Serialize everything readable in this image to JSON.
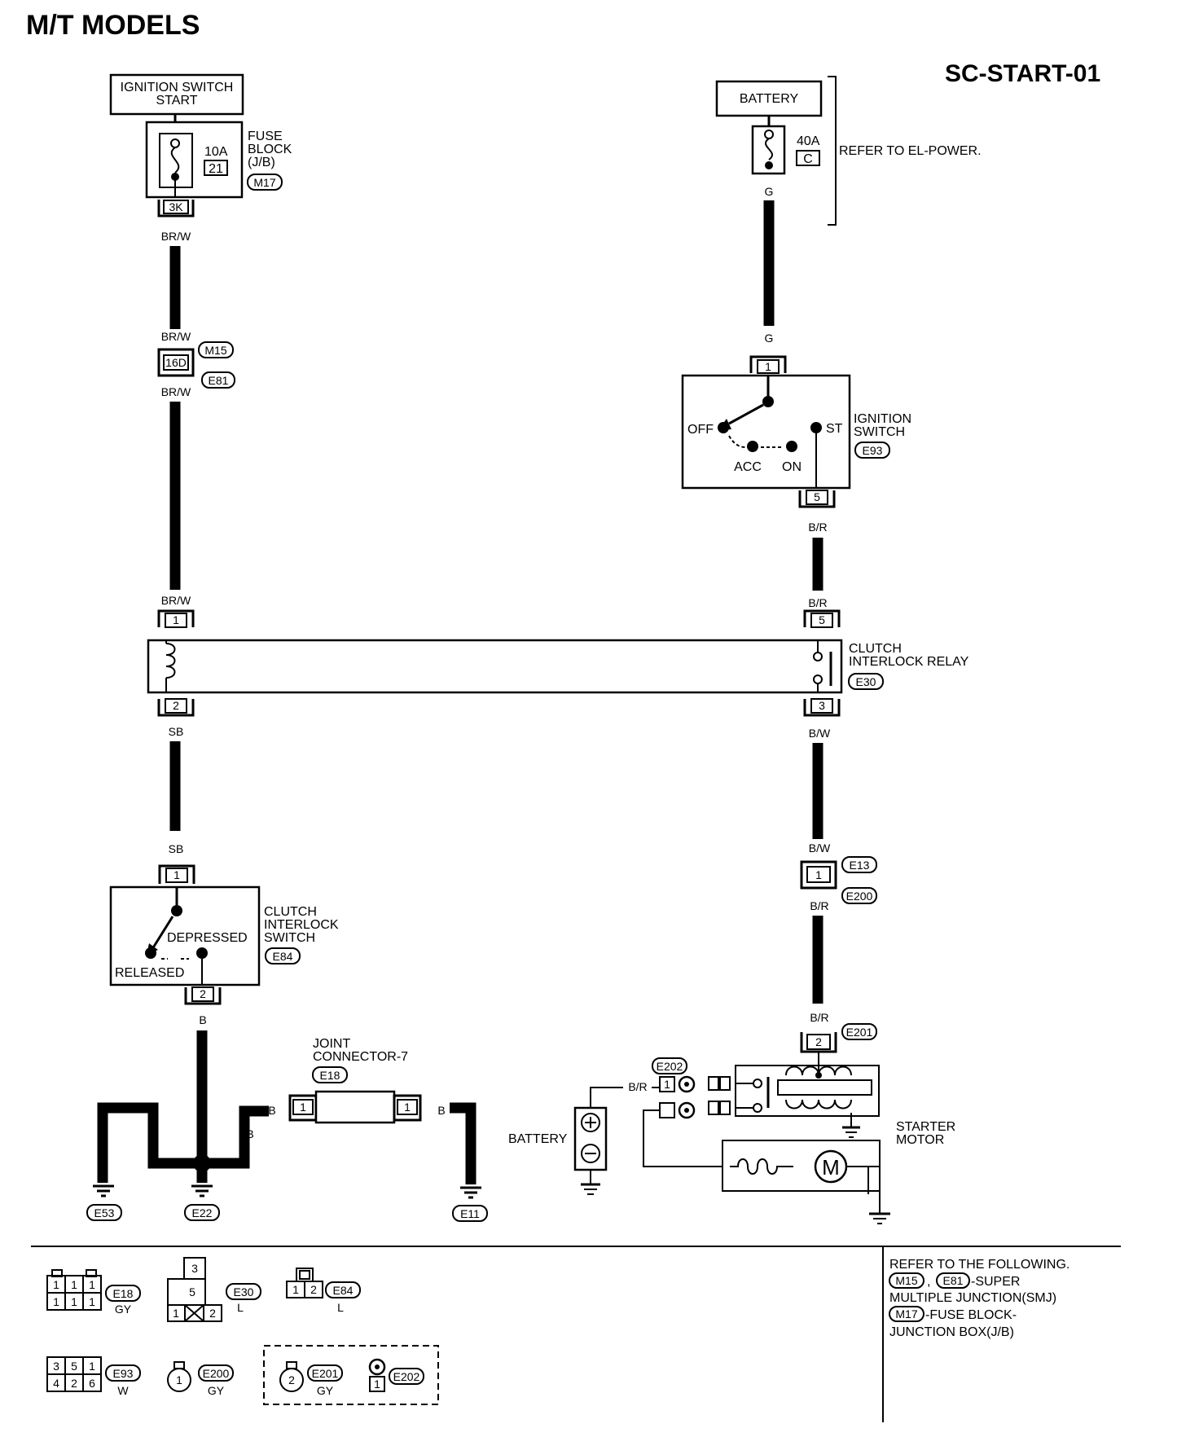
{
  "page_header": "M/T MODELS",
  "diagram_id": "SC-START-01",
  "components": {
    "ignition_switch_start": {
      "line1": "IGNITION SWITCH",
      "line2": "START"
    },
    "fuse_block": {
      "rating": "10A",
      "number": "21",
      "label1": "FUSE",
      "label2": "BLOCK",
      "label3": "(J/B)",
      "connector": "M17",
      "pin": "3K"
    },
    "battery_top": {
      "label": "BATTERY",
      "rating": "40A",
      "letter": "C",
      "note": "REFER TO EL-POWER."
    },
    "smj": {
      "pin": "16D",
      "conn_upper": "M15",
      "conn_lower": "E81"
    },
    "ignition_switch": {
      "label1": "IGNITION",
      "label2": "SWITCH",
      "connector": "E93",
      "off": "OFF",
      "acc": "ACC",
      "on": "ON",
      "st": "ST",
      "pin_in": "1",
      "pin_out": "5"
    },
    "clutch_interlock_relay": {
      "label1": "CLUTCH",
      "label2": "INTERLOCK RELAY",
      "connector": "E30",
      "pin1": "1",
      "pin2": "2",
      "pin5": "5",
      "pin3": "3"
    },
    "clutch_interlock_switch": {
      "label1": "CLUTCH",
      "label2": "INTERLOCK",
      "label3": "SWITCH",
      "connector": "E84",
      "depressed": "DEPRESSED",
      "released": "RELEASED",
      "pin1": "1",
      "pin2": "2"
    },
    "in_line_connector": {
      "pin": "1",
      "conn_upper": "E13",
      "conn_lower": "E200"
    },
    "joint_connector": {
      "label1": "JOINT",
      "label2": "CONNECTOR-7",
      "connector": "E18",
      "pin_left": "1",
      "pin_right": "1"
    },
    "starter_motor": {
      "label1": "STARTER",
      "label2": "MOTOR",
      "connector_s": "E201",
      "pin_s": "2",
      "connector_b": "E202",
      "pin_b": "1",
      "motor_symbol": "M"
    },
    "battery_bottom": {
      "label": "BATTERY",
      "plus": "+",
      "minus": "−"
    },
    "grounds": [
      "E53",
      "E22",
      "E11"
    ]
  },
  "wire_colors": {
    "br_w": "BR/W",
    "g": "G",
    "b_r": "B/R",
    "sb": "SB",
    "b_w": "B/W",
    "b": "B"
  },
  "connector_faces": [
    {
      "id": "E18",
      "color": "GY",
      "pins": [
        "1",
        "1",
        "1",
        "1",
        "1",
        "1"
      ]
    },
    {
      "id": "E30",
      "color": "L",
      "pins": [
        "3",
        "5",
        "1",
        "2"
      ]
    },
    {
      "id": "E84",
      "color": "L",
      "pins": [
        "1",
        "2"
      ]
    },
    {
      "id": "E93",
      "color": "W",
      "pins": [
        "3",
        "5",
        "1",
        "4",
        "2",
        "6"
      ]
    },
    {
      "id": "E200",
      "color": "GY",
      "pins": [
        "1"
      ]
    },
    {
      "id": "E201",
      "color": "GY",
      "pins": [
        "2"
      ]
    },
    {
      "id": "E202",
      "color": "",
      "pins": [
        "1"
      ]
    }
  ],
  "reference_note": {
    "line1": "REFER TO THE FOLLOWING.",
    "conn_a": "M15",
    "sep": ",",
    "conn_b": "E81",
    "line2_suffix": "-SUPER",
    "line3": "MULTIPLE JUNCTION(SMJ)",
    "conn_c": "M17",
    "line4_suffix": "-FUSE BLOCK-",
    "line5": "JUNCTION BOX(J/B)"
  }
}
